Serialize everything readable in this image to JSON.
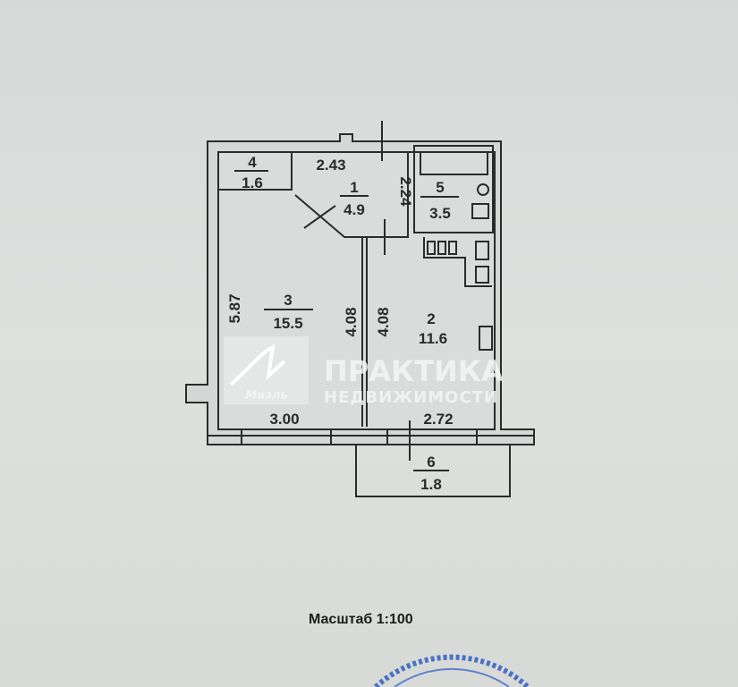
{
  "rooms": [
    {
      "number": "1",
      "area": "4.9"
    },
    {
      "number": "2",
      "area": "11.6"
    },
    {
      "number": "3",
      "area": "15.5"
    },
    {
      "number": "4",
      "area": "1.6"
    },
    {
      "number": "5",
      "area": "3.5"
    },
    {
      "number": "6",
      "area": "1.8"
    }
  ],
  "dimensions": {
    "corridor_width": "2.43",
    "corridor_depth": "2.24",
    "room3_length": "5.87",
    "room3_width": "3.00",
    "room2_width": "2.72",
    "room3_inner": "4.08",
    "room2_inner": "4.08"
  },
  "watermark": {
    "brand": "ПРАКТИКА",
    "subtitle": "НЕДВИЖИМОСТИ",
    "logo": "Миэль"
  },
  "scale_label": "Масштаб 1:100",
  "stamp_color": "#4a72c4"
}
